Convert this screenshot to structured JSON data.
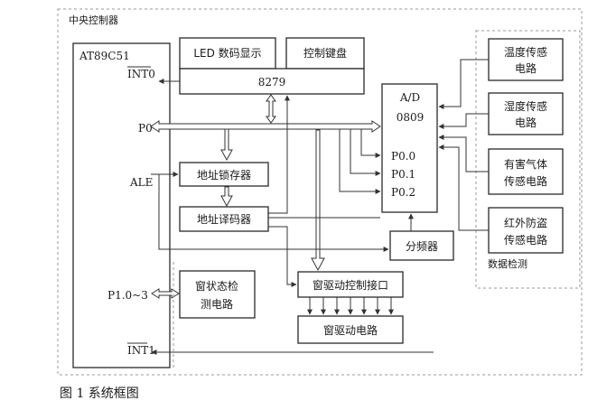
{
  "central_controller": {
    "title": "中央控制器"
  },
  "mcu": {
    "name": "AT89C51",
    "int0": "INT0",
    "p0": "P0",
    "ale": "ALE",
    "p1": "P1.0~3",
    "int1": "INT1"
  },
  "led_display": {
    "label": "LED 数码显示"
  },
  "keyboard": {
    "label": "控制键盘"
  },
  "chip_8279": {
    "label": "8279"
  },
  "address_latch": {
    "label": "地址锁存器"
  },
  "address_decoder": {
    "label": "地址译码器"
  },
  "adc": {
    "title": "A/D",
    "model": "0809",
    "p00": "P0.0",
    "p01": "P0.1",
    "p02": "P0.2"
  },
  "frequency_divider": {
    "label": "分频器"
  },
  "window_state_detect": {
    "line1": "窗状态检",
    "line2": "测电路"
  },
  "window_drive_interface": {
    "label": "窗驱动控制接口"
  },
  "window_drive_circuit": {
    "label": "窗驱动电路"
  },
  "sensors": [
    {
      "line1": "温度传感",
      "line2": "电路"
    },
    {
      "line1": "湿度传感",
      "line2": "电路"
    },
    {
      "line1": "有害气体",
      "line2": "传感电路"
    },
    {
      "line1": "红外防盗",
      "line2": "传感电路"
    }
  ],
  "data_detect": {
    "label": "数据检测"
  },
  "caption": "图 1  系统框图"
}
